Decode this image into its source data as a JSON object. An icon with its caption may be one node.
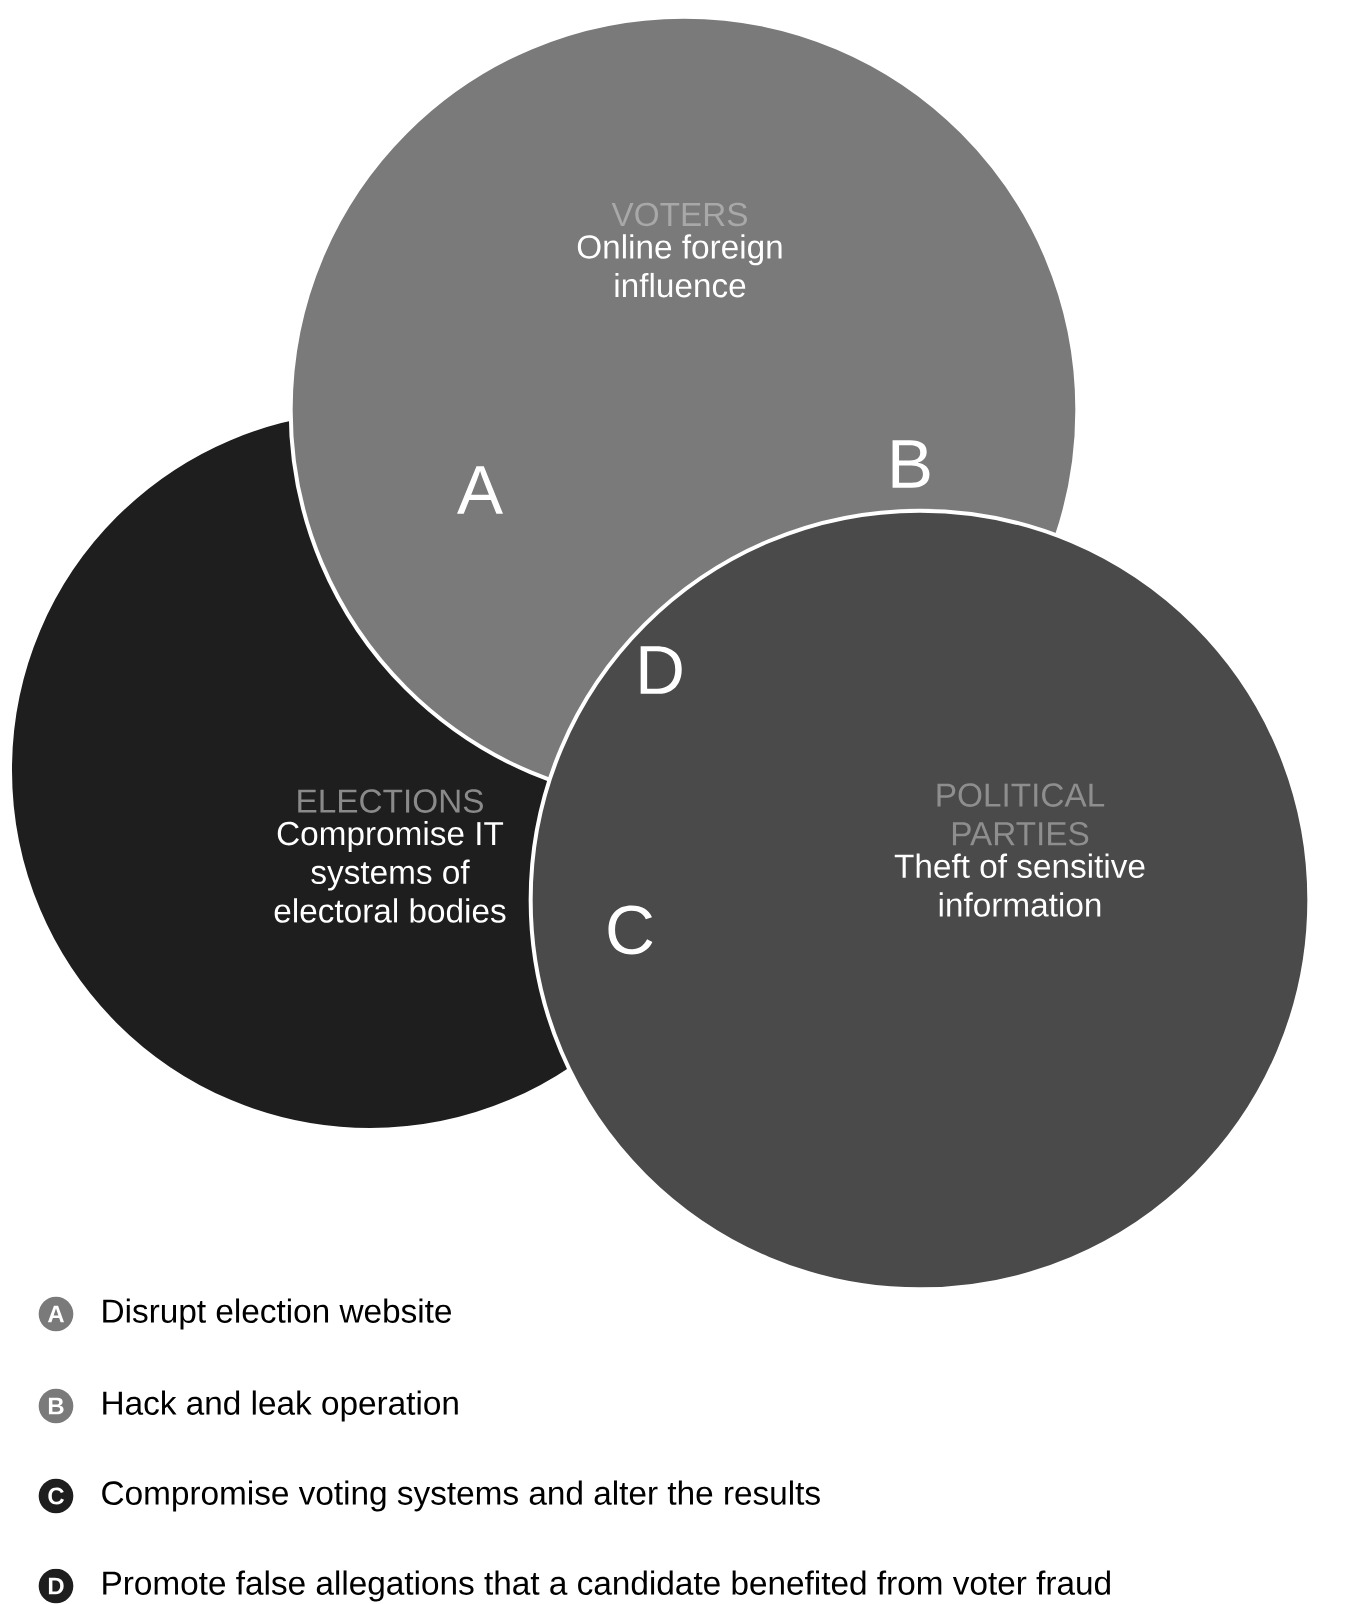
{
  "diagram": {
    "nodes": [
      {
        "text": [
          "VOTERS",
          "Online foreign influence"
        ]
      },
      {
        "text": [
          "ELECTIONS",
          "Compromise IT systems of electoral bodies"
        ]
      },
      {
        "text": [
          "POLITICAL PARTIES",
          "Theft of sensitive information"
        ]
      }
    ],
    "labels": [
      "A",
      "B",
      "D",
      "C",
      "A",
      "Disrupt election website",
      "B",
      "Hack and leak operation",
      "C",
      "Compromise voting systems and alter the results",
      "D",
      "Promote false allegations that a candidate benefited from voter fraud"
    ]
  }
}
